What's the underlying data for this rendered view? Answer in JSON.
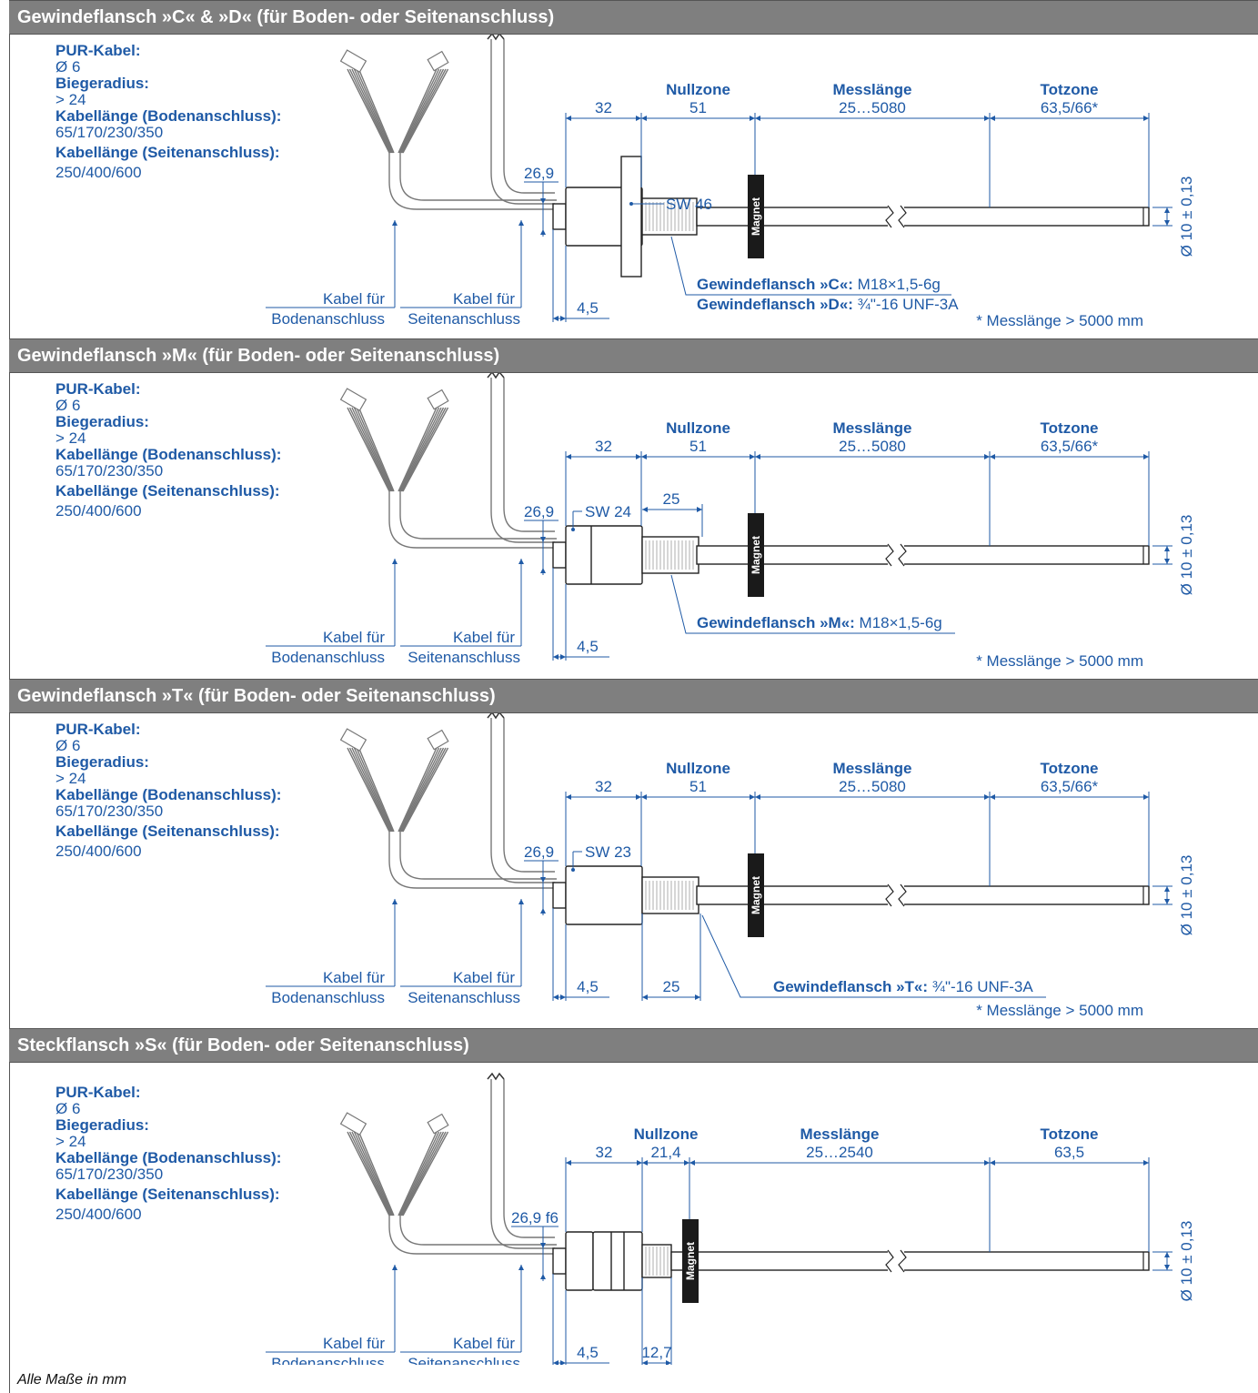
{
  "sections": [
    {
      "title": "Gewindeflansch »C« & »D« (für Boden- oder Seitenanschluss)",
      "specs": [
        {
          "k": "PUR-Kabel:",
          "v": "Ø 6"
        },
        {
          "k": "Biegeradius:",
          "v": "> 24"
        },
        {
          "k": "Kabellänge (Bodenanschluss):",
          "v": "65/170/230/350"
        },
        {
          "k": "Kabellänge (Seitenanschluss):",
          "v": "250/400/600"
        }
      ],
      "zones": {
        "nullzone": "Nullzone",
        "messlaenge": "Messlänge",
        "totzone": "Totzone"
      },
      "dims": {
        "a": "32",
        "null": "51",
        "mess": "25…5080",
        "tot": "63,5/66*",
        "dia": "26,9",
        "w": "4,5",
        "sw": "SW 46",
        "thread": "",
        "rod": "Ø 10 ± 0,13"
      },
      "cable_bottom": [
        "Kabel für",
        "Bodenanschluss"
      ],
      "cable_side": [
        "Kabel für",
        "Seitenanschluss"
      ],
      "flange_lines": [
        {
          "bold": "Gewindeflansch »C«:",
          "rest": " M18×1,5-6g"
        },
        {
          "bold": "Gewindeflansch »D«:",
          "rest": " ¾\"-16 UNF-3A"
        }
      ],
      "note": "* Messlänge > 5000 mm",
      "magnet": "Magnet"
    },
    {
      "title": "Gewindeflansch »M« (für Boden- oder Seitenanschluss)",
      "specs": [
        {
          "k": "PUR-Kabel:",
          "v": "Ø 6"
        },
        {
          "k": "Biegeradius:",
          "v": "> 24"
        },
        {
          "k": "Kabellänge (Bodenanschluss):",
          "v": "65/170/230/350"
        },
        {
          "k": "Kabellänge (Seitenanschluss):",
          "v": "250/400/600"
        }
      ],
      "zones": {
        "nullzone": "Nullzone",
        "messlaenge": "Messlänge",
        "totzone": "Totzone"
      },
      "dims": {
        "a": "32",
        "null": "51",
        "mess": "25…5080",
        "tot": "63,5/66*",
        "dia": "26,9",
        "w": "4,5",
        "sw": "SW 24",
        "thread": "25",
        "rod": "Ø 10 ± 0,13"
      },
      "cable_bottom": [
        "Kabel für",
        "Bodenanschluss"
      ],
      "cable_side": [
        "Kabel für",
        "Seitenanschluss"
      ],
      "flange_lines": [
        {
          "bold": "Gewindeflansch »M«:",
          "rest": " M18×1,5-6g"
        }
      ],
      "note": "* Messlänge > 5000 mm",
      "magnet": "Magnet"
    },
    {
      "title": "Gewindeflansch »T« (für Boden- oder Seitenanschluss)",
      "specs": [
        {
          "k": "PUR-Kabel:",
          "v": "Ø 6"
        },
        {
          "k": "Biegeradius:",
          "v": "> 24"
        },
        {
          "k": "Kabellänge (Bodenanschluss):",
          "v": "65/170/230/350"
        },
        {
          "k": "Kabellänge (Seitenanschluss):",
          "v": "250/400/600"
        }
      ],
      "zones": {
        "nullzone": "Nullzone",
        "messlaenge": "Messlänge",
        "totzone": "Totzone"
      },
      "dims": {
        "a": "32",
        "null": "51",
        "mess": "25…5080",
        "tot": "63,5/66*",
        "dia": "26,9",
        "w": "4,5",
        "sw": "SW 23",
        "thread": "25",
        "rod": "Ø 10 ± 0,13"
      },
      "cable_bottom": [
        "Kabel für",
        "Bodenanschluss"
      ],
      "cable_side": [
        "Kabel für",
        "Seitenanschluss"
      ],
      "flange_lines": [
        {
          "bold": "Gewindeflansch »T«:",
          "rest": " ¾\"-16 UNF-3A"
        }
      ],
      "note": "* Messlänge > 5000 mm",
      "magnet": "Magnet"
    },
    {
      "title": "Steckflansch »S« (für Boden- oder Seitenanschluss)",
      "specs": [
        {
          "k": "PUR-Kabel:",
          "v": "Ø 6"
        },
        {
          "k": "Biegeradius:",
          "v": "> 24"
        },
        {
          "k": "Kabellänge (Bodenanschluss):",
          "v": "65/170/230/350"
        },
        {
          "k": "Kabellänge (Seitenanschluss):",
          "v": "250/400/600"
        }
      ],
      "zones": {
        "nullzone": "Nullzone",
        "messlaenge": "Messlänge",
        "totzone": "Totzone"
      },
      "dims": {
        "a": "32",
        "null": "21,4",
        "mess": "25…2540",
        "tot": "63,5",
        "dia": "26,9 f6",
        "w": "4,5",
        "sw": "",
        "thread": "12,7",
        "rod": "Ø 10 ± 0,13"
      },
      "cable_bottom": [
        "Kabel für",
        "Bodenanschluss"
      ],
      "cable_side": [
        "Kabel für",
        "Seitenanschluss"
      ],
      "flange_lines": [],
      "note": "",
      "magnet": "Magnet"
    }
  ],
  "footer": "Alle Maße in mm",
  "colors": {
    "accent": "#1f5aa6",
    "header_bg": "#7f7f7f",
    "line": "#1f5aa6"
  }
}
